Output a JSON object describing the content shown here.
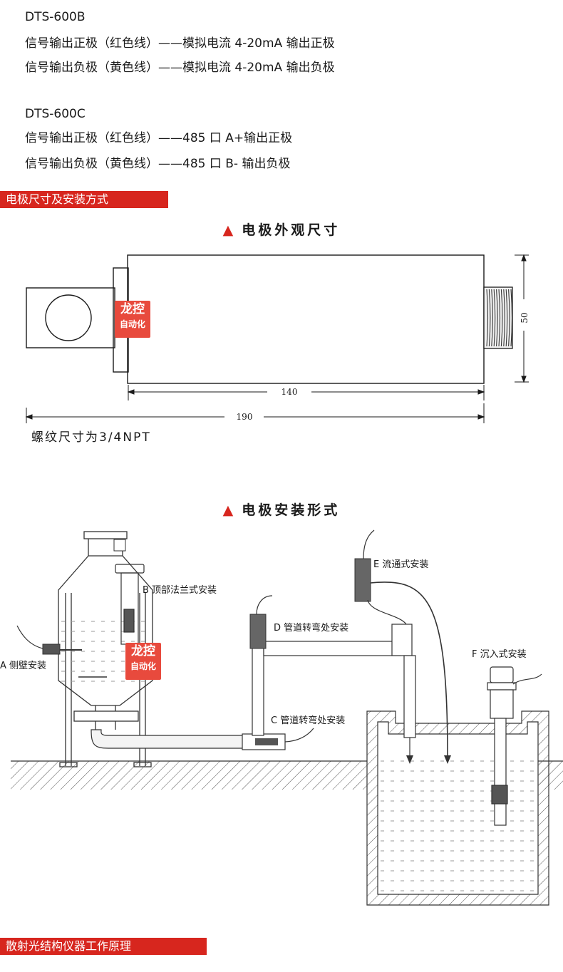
{
  "spec": {
    "dts600b": {
      "model": "DTS-600B",
      "line1": "信号输出正极（红色线）——模拟电流 4-20mA 输出正极",
      "line2": "信号输出负极（黄色线）——模拟电流 4-20mA 输出负极"
    },
    "dts600c": {
      "model": "DTS-600C",
      "line1": "信号输出正极（红色线）——485 口 A+输出正极",
      "line2": "信号输出负极（黄色线）——485 口 B-  输出负极"
    }
  },
  "section_dimensions": {
    "title": "电极尺寸及安装方式"
  },
  "diagram_dimensions": {
    "title": "电极外观尺寸",
    "dim_height": "50",
    "dim_body": "140",
    "dim_total": "190",
    "thread_note": "螺纹尺寸为3/4NPT"
  },
  "watermark": {
    "line1": "龙控",
    "line2": "自动化"
  },
  "diagram_installation": {
    "title": "电极安装形式",
    "labels": {
      "a": "A 侧壁安装",
      "b": "B 顶部法兰式安装",
      "c": "C 管道转弯处安装",
      "d": "D 管道转弯处安装",
      "e": "E 流通式安装",
      "f": "F 沉入式安装"
    }
  },
  "section_principle": {
    "title": "散射光结构仪器工作原理"
  },
  "colors": {
    "accent": "#d7261e",
    "watermark": "#e84a3d"
  }
}
